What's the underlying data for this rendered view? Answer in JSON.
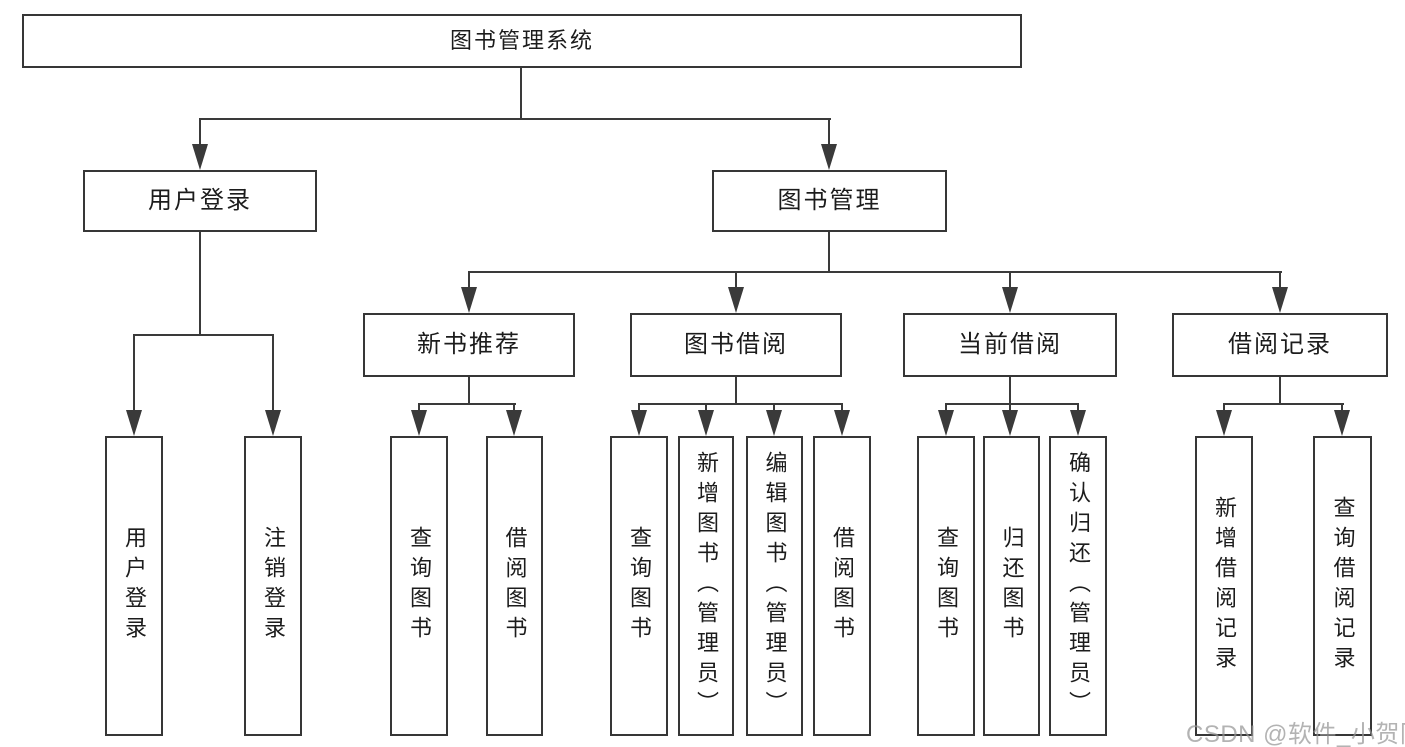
{
  "diagram": {
    "root": {
      "label": "图书管理系统"
    },
    "branches": [
      {
        "label": "用户登录",
        "leaves": [
          {
            "label": "用户登录"
          },
          {
            "label": "注销登录"
          }
        ]
      },
      {
        "label": "图书管理",
        "groups": [
          {
            "label": "新书推荐",
            "leaves": [
              {
                "label": "查询图书"
              },
              {
                "label": "借阅图书"
              }
            ]
          },
          {
            "label": "图书借阅",
            "leaves": [
              {
                "label": "查询图书"
              },
              {
                "label": "新增图书（管理员）"
              },
              {
                "label": "编辑图书（管理员）"
              },
              {
                "label": "借阅图书"
              }
            ]
          },
          {
            "label": "当前借阅",
            "leaves": [
              {
                "label": "查询图书"
              },
              {
                "label": "归还图书"
              },
              {
                "label": "确认归还（管理员）"
              }
            ]
          },
          {
            "label": "借阅记录",
            "leaves": [
              {
                "label": "新增借阅记录"
              },
              {
                "label": "查询借阅记录"
              }
            ]
          }
        ]
      }
    ]
  },
  "watermark": {
    "text": "CSDN @软件_小贺同学"
  },
  "colors": {
    "background": "#ffffff",
    "box_fill": "#ffffff",
    "box_border": "#363636",
    "line": "#3a3a3a",
    "text": "#1c1c1c",
    "watermark": "#969696"
  }
}
